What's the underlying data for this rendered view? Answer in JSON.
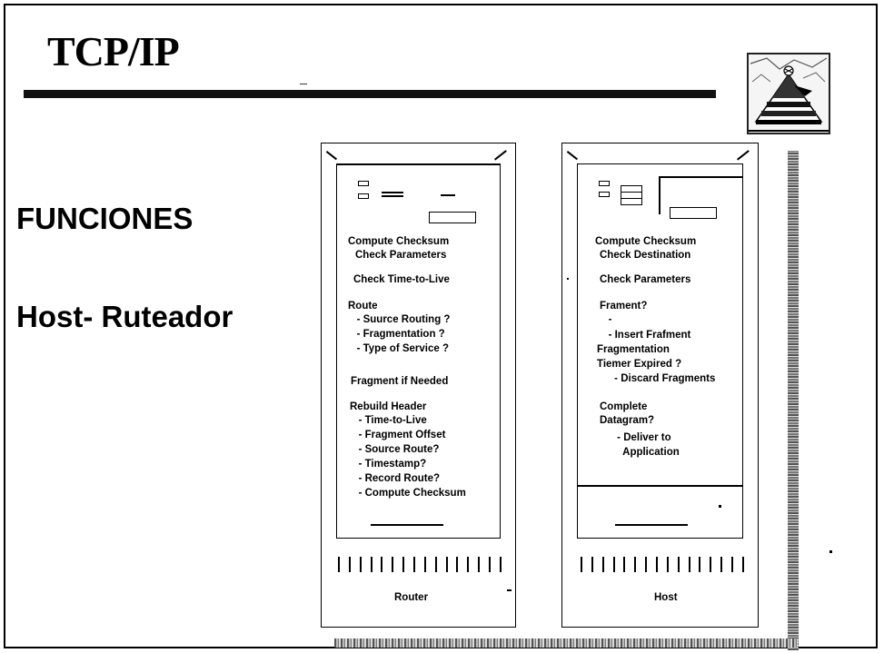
{
  "slide": {
    "title": "TCP/IP",
    "sidebar": {
      "functions_label": "FUNCIONES",
      "host_router_label": "Host- Ruteador"
    }
  },
  "router_panel": {
    "label": "Router",
    "lines": [
      "Compute Checksum",
      "Check Parameters",
      "Check Time-to-Live",
      "Route",
      "   - Suurce Routing ?",
      "   - Fragmentation ?",
      "   - Type of Service ?",
      "Fragment if Needed",
      "Rebuild Header",
      "   - Time-to-Live",
      "   - Fragment Offset",
      "   - Source Route?",
      "   - Timestamp?",
      "   - Record Route?",
      "   - Compute Checksum"
    ]
  },
  "host_panel": {
    "label": "Host",
    "lines": [
      "Compute Checksum",
      "Check Destination",
      "Check Parameters",
      "Frament?",
      "   -",
      "   - Insert Frafment",
      "Fragmentation",
      "Tiemer Expired ?",
      "      - Discard Fragments",
      "Complete",
      "Datagram?",
      "      - Deliver to",
      "        Application"
    ]
  }
}
